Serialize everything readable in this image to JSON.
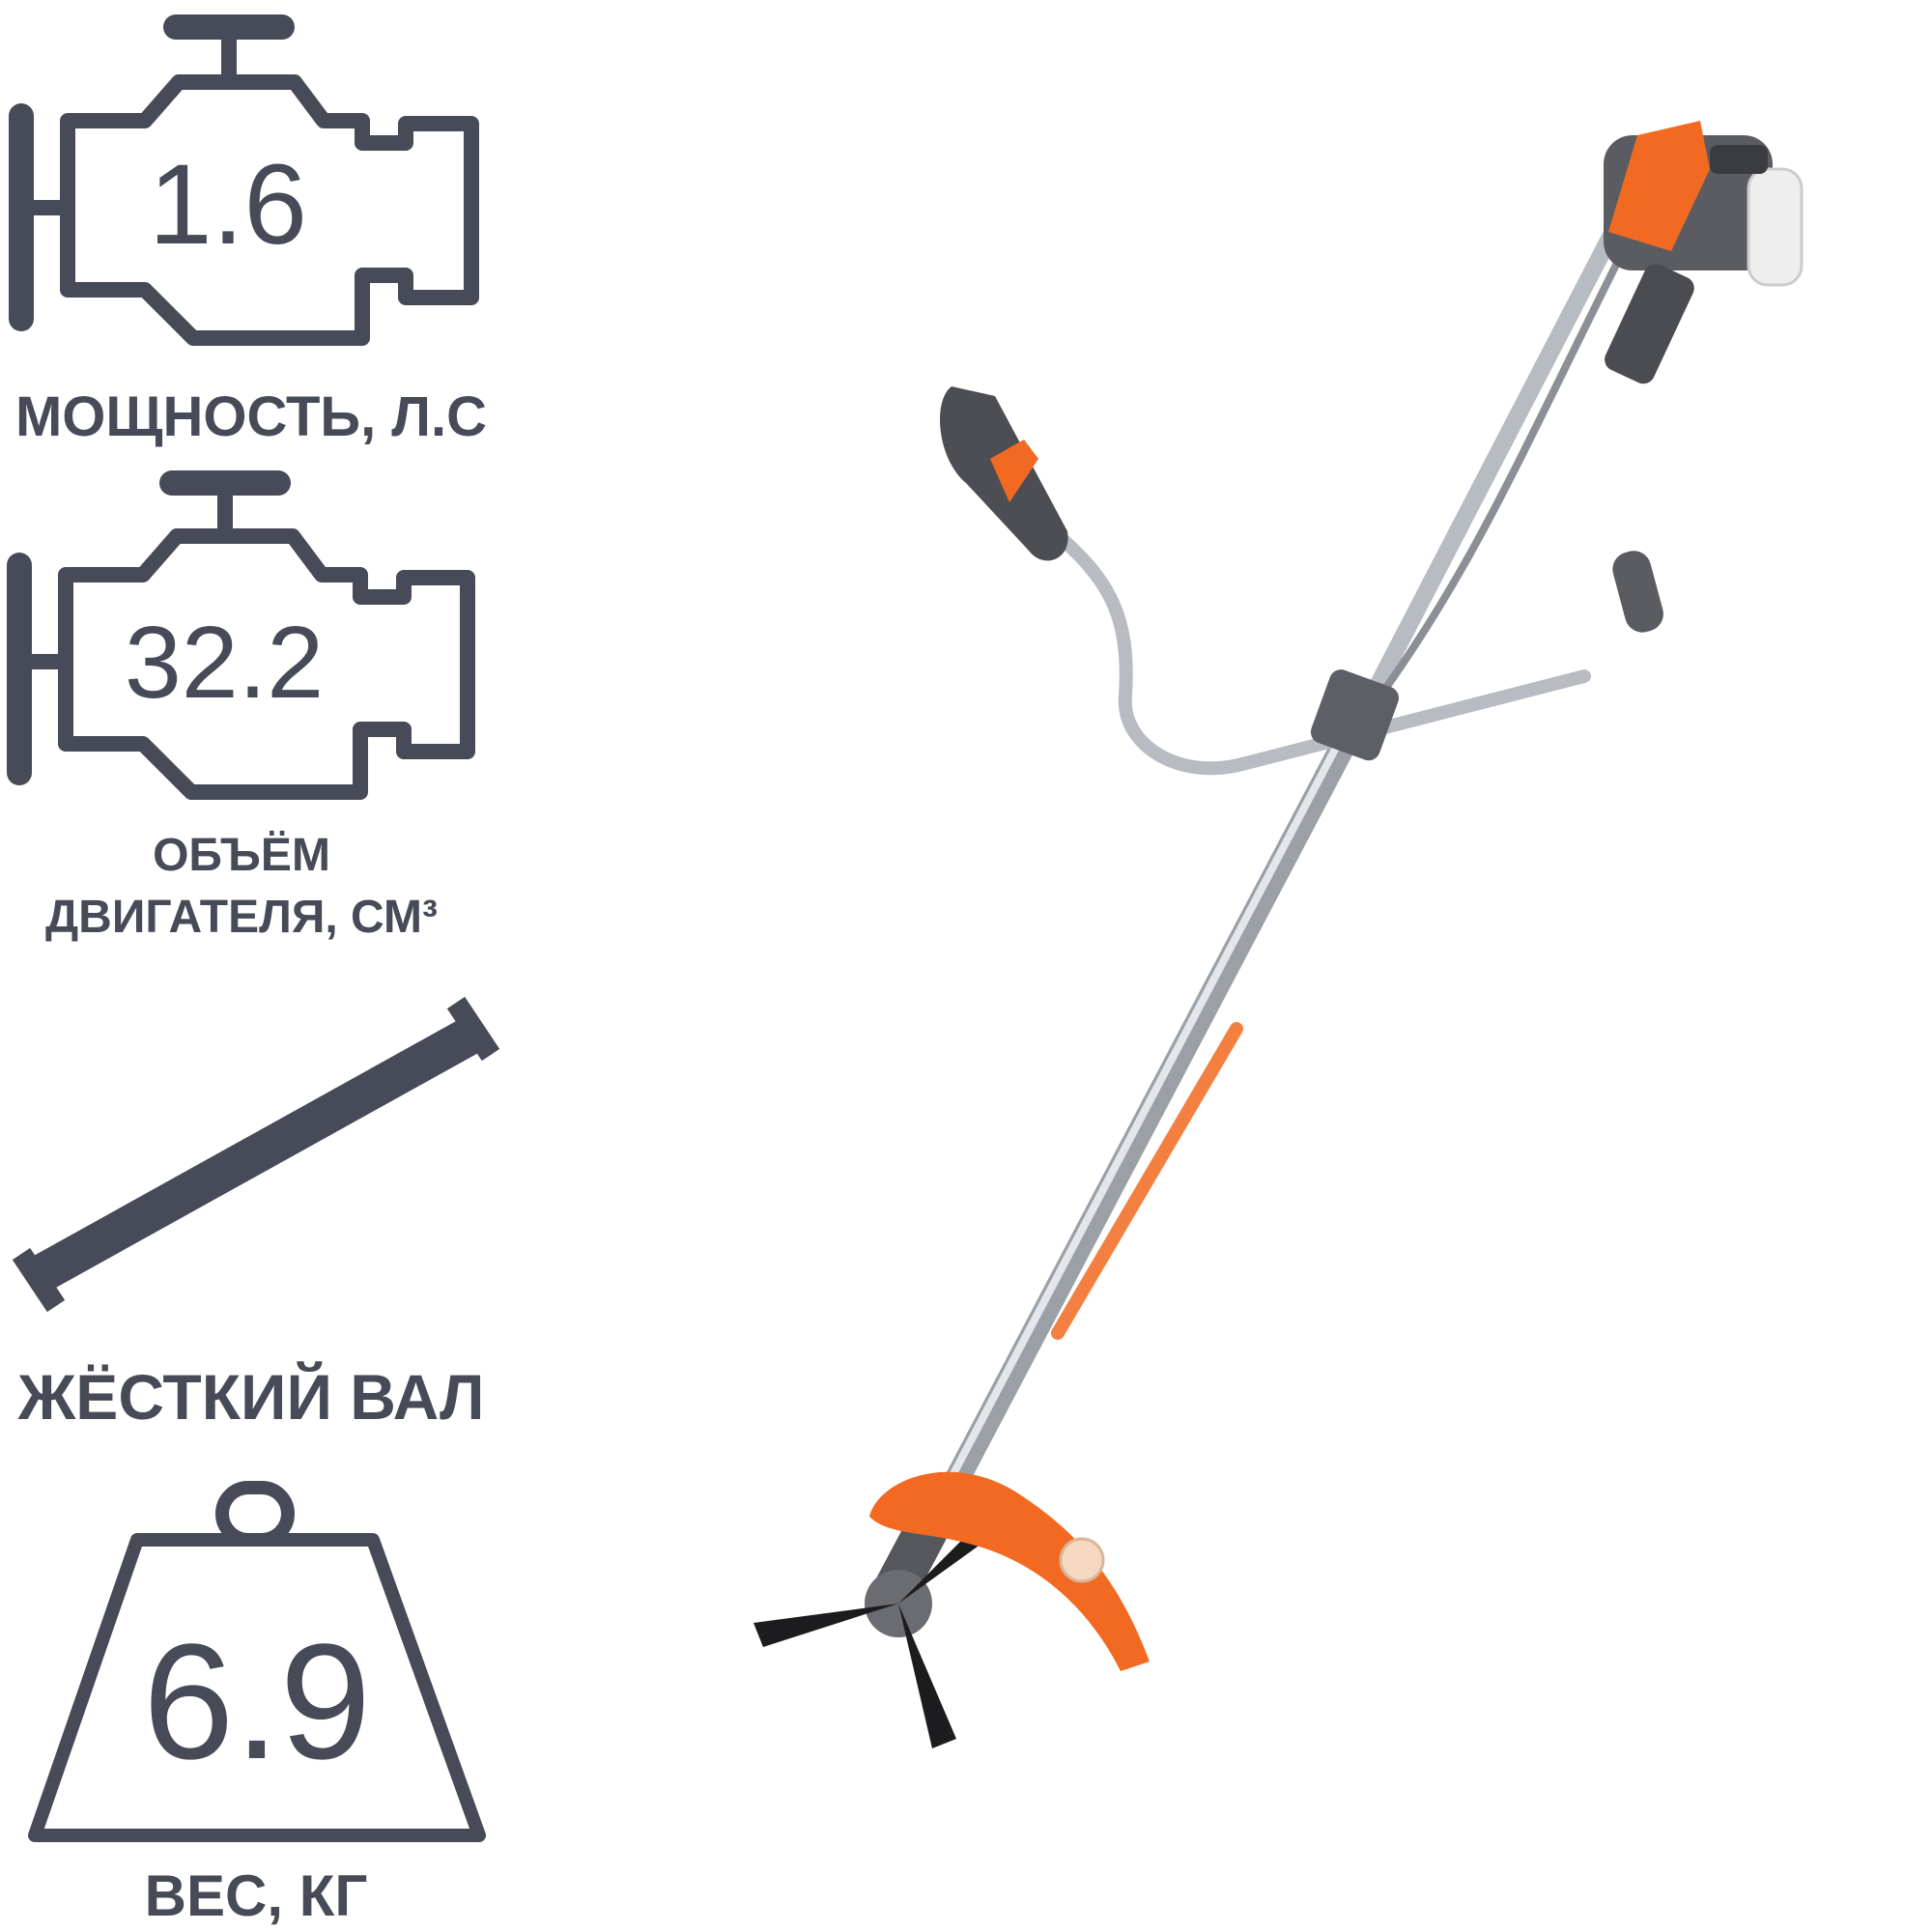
{
  "specs": {
    "power": {
      "value": "1.6",
      "label": "МОЩНОСТЬ, Л.С",
      "icon": "engine-icon"
    },
    "displacement": {
      "value": "32.2",
      "label_line1": "ОБЪЁМ",
      "label_line2": "ДВИГАТЕЛЯ, СМ³",
      "icon": "engine-icon"
    },
    "shaft": {
      "label": "ЖЁСТКИЙ ВАЛ",
      "icon": "rigid-shaft-icon"
    },
    "weight": {
      "value": "6.9",
      "label": "ВЕС, КГ",
      "icon": "weight-icon"
    }
  },
  "colors": {
    "icon": "#474a57",
    "accent": "#f26a21",
    "body_dark": "#4a4c52",
    "shaft": "#c8ccd1"
  }
}
